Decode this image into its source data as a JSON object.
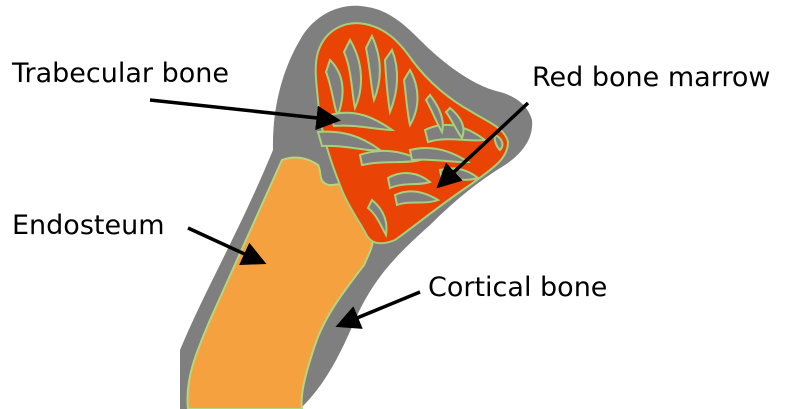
{
  "labels": {
    "trabecular_bone": "Trabecular bone",
    "red_bone_marrow": "Red bone marrow",
    "endosteum": "Endosteum",
    "cortical_bone": "Cortical bone"
  },
  "colors": {
    "cortical_bone": "#7f7f7f",
    "red_marrow": "#e94305",
    "trabecular_outline": "#a8d07a",
    "medullary_cavity": "#f5a13f",
    "endosteum_line": "#b5d77e",
    "arrow": "#000000"
  }
}
